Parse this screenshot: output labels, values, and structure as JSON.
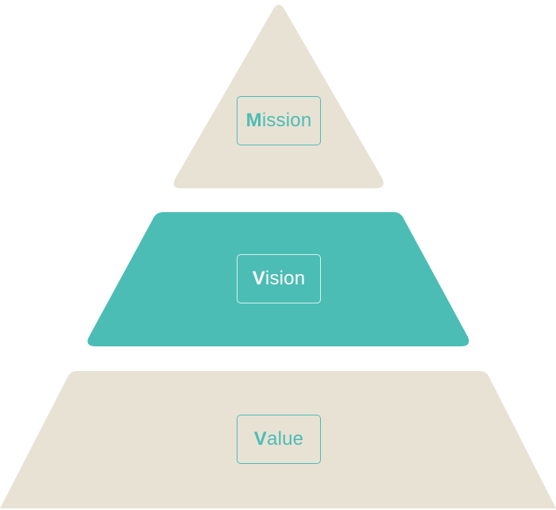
{
  "diagram": {
    "tiers": [
      {
        "id": "mission",
        "initial": "M",
        "rest": "ission",
        "fill": "#E8E2D5",
        "text_color": "#4BBDB4",
        "border_color": "#4BBDB4"
      },
      {
        "id": "vision",
        "initial": "V",
        "rest": "ision",
        "fill": "#4BBDB4",
        "text_color": "#FFFFFF",
        "border_color": "#D9F1EE"
      },
      {
        "id": "value",
        "initial": "V",
        "rest": "alue",
        "fill": "#E8E2D5",
        "text_color": "#4BBDB4",
        "border_color": "#4BBDB4"
      }
    ]
  }
}
